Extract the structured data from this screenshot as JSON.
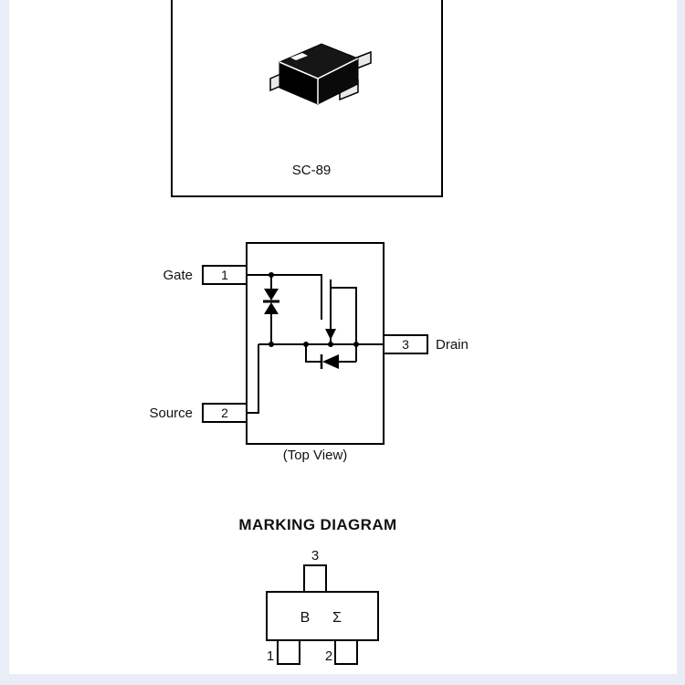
{
  "meta": {
    "page_bg": "#ffffff",
    "edge_strip_color": "#e8edf7",
    "ink_color": "#111111"
  },
  "package_view": {
    "name": "SC-89"
  },
  "schematic": {
    "pin1": {
      "number": "1",
      "label": "Gate"
    },
    "pin2": {
      "number": "2",
      "label": "Source"
    },
    "pin3": {
      "number": "3",
      "label": "Drain"
    },
    "caption": "(Top View)"
  },
  "marking": {
    "title": "MARKING DIAGRAM",
    "top_pin": "3",
    "code_left": "B",
    "code_right": "Σ",
    "bottom_left_pin": "1",
    "bottom_right_pin": "2"
  }
}
